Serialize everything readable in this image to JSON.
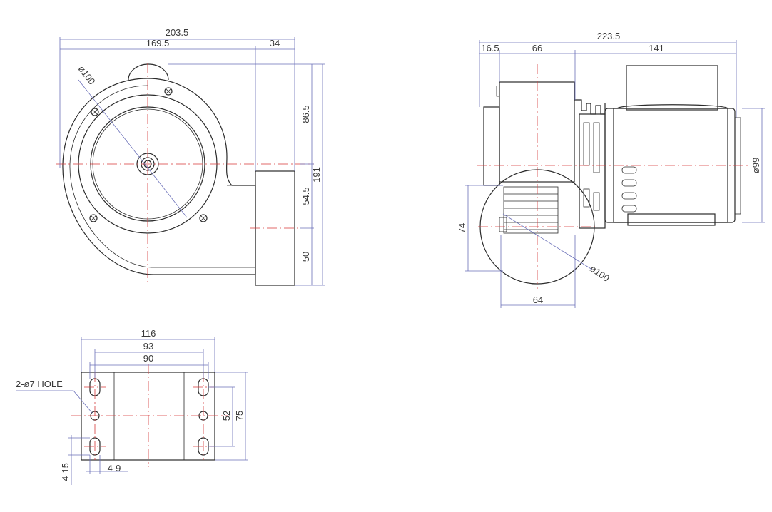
{
  "front_view": {
    "dim_overall_width": "203.5",
    "dim_body_width": "169.5",
    "dim_outlet_width": "34",
    "dim_upper_height": "86.5",
    "dim_overall_height": "191",
    "dim_middle_height": "54.5",
    "dim_lower_height": "50",
    "dim_inlet_diameter": "ø100"
  },
  "side_view": {
    "dim_overall_length": "223.5",
    "dim_left_offset": "16.5",
    "dim_housing_width": "66",
    "dim_motor_length": "141",
    "dim_motor_diameter": "ø99",
    "dim_outlet_height": "74",
    "dim_outlet_width": "64",
    "dim_inlet_diameter": "ø100"
  },
  "base_view": {
    "dim_width_outer": "116",
    "dim_width_mid": "93",
    "dim_width_inner": "90",
    "dim_height_outer": "75",
    "dim_height_inner": "52",
    "dim_slot_length": "4-15",
    "dim_slot_width": "4-9",
    "hole_note": "2-ø7 HOLE"
  },
  "colors": {
    "outline": "#2b2b2b",
    "dimension": "#6a6fb8",
    "centerline": "#d63a3a"
  }
}
